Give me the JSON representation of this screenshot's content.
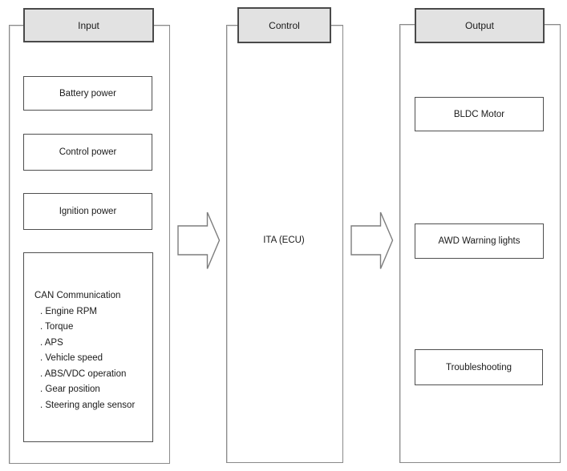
{
  "input": {
    "header": "Input",
    "boxes": [
      "Battery power",
      "Control power",
      "Ignition power"
    ],
    "can_box": {
      "title": "CAN Communication",
      "items": [
        ". Engine RPM",
        ". Torque",
        ". APS",
        ". Vehicle speed",
        ". ABS/VDC operation",
        ". Gear position",
        ". Steering angle sensor"
      ]
    }
  },
  "control": {
    "header": "Control",
    "ecu_label": "ITA (ECU)"
  },
  "output": {
    "header": "Output",
    "boxes": [
      "BLDC Motor",
      "AWD Warning lights",
      "Troubleshooting"
    ]
  },
  "colors": {
    "header_fill": "#e2e2e2",
    "header_border": "#4a4a4a",
    "container_border": "#8a8a8a",
    "box_border": "#4f4f4f",
    "arrow_outline": "#7d7d7d",
    "background": "#ffffff"
  }
}
